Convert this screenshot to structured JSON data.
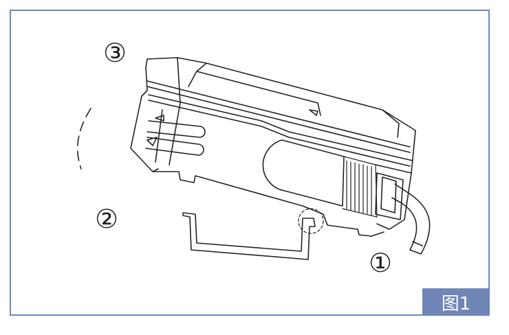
{
  "callouts": {
    "step_1": "①",
    "step_2": "②",
    "step_3": "③"
  },
  "figure_label": "图1",
  "colors": {
    "frame": "#6f86b6",
    "line": "#222222",
    "label_text": "#ffffff"
  }
}
